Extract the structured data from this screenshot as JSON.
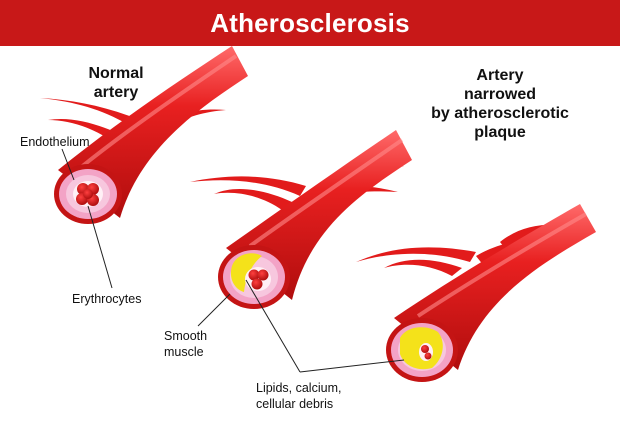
{
  "title": "Atherosclerosis",
  "labels": {
    "normal_line1": "Normal",
    "normal_line2": "artery",
    "narrowed_line1": "Artery",
    "narrowed_line2": "narrowed",
    "narrowed_line3": "by atherosclerotic",
    "narrowed_line4": "plaque",
    "endothelium": "Endothelium",
    "erythrocytes": "Erythrocytes",
    "smooth_line1": "Smooth",
    "smooth_line2": "muscle",
    "lipids_line1": "Lipids, calcium,",
    "lipids_line2": "cellular debris"
  },
  "colors": {
    "header": "#c81818",
    "artery": "#e21b1b",
    "artery_dark": "#b80f0f",
    "artery_highlight": "#ff5a5a",
    "wall_outer": "#f3a3c6",
    "wall_inner": "#f7c7de",
    "lumen": "#ffffff",
    "plaque": "#f4e21a",
    "cells": "#d81818"
  }
}
